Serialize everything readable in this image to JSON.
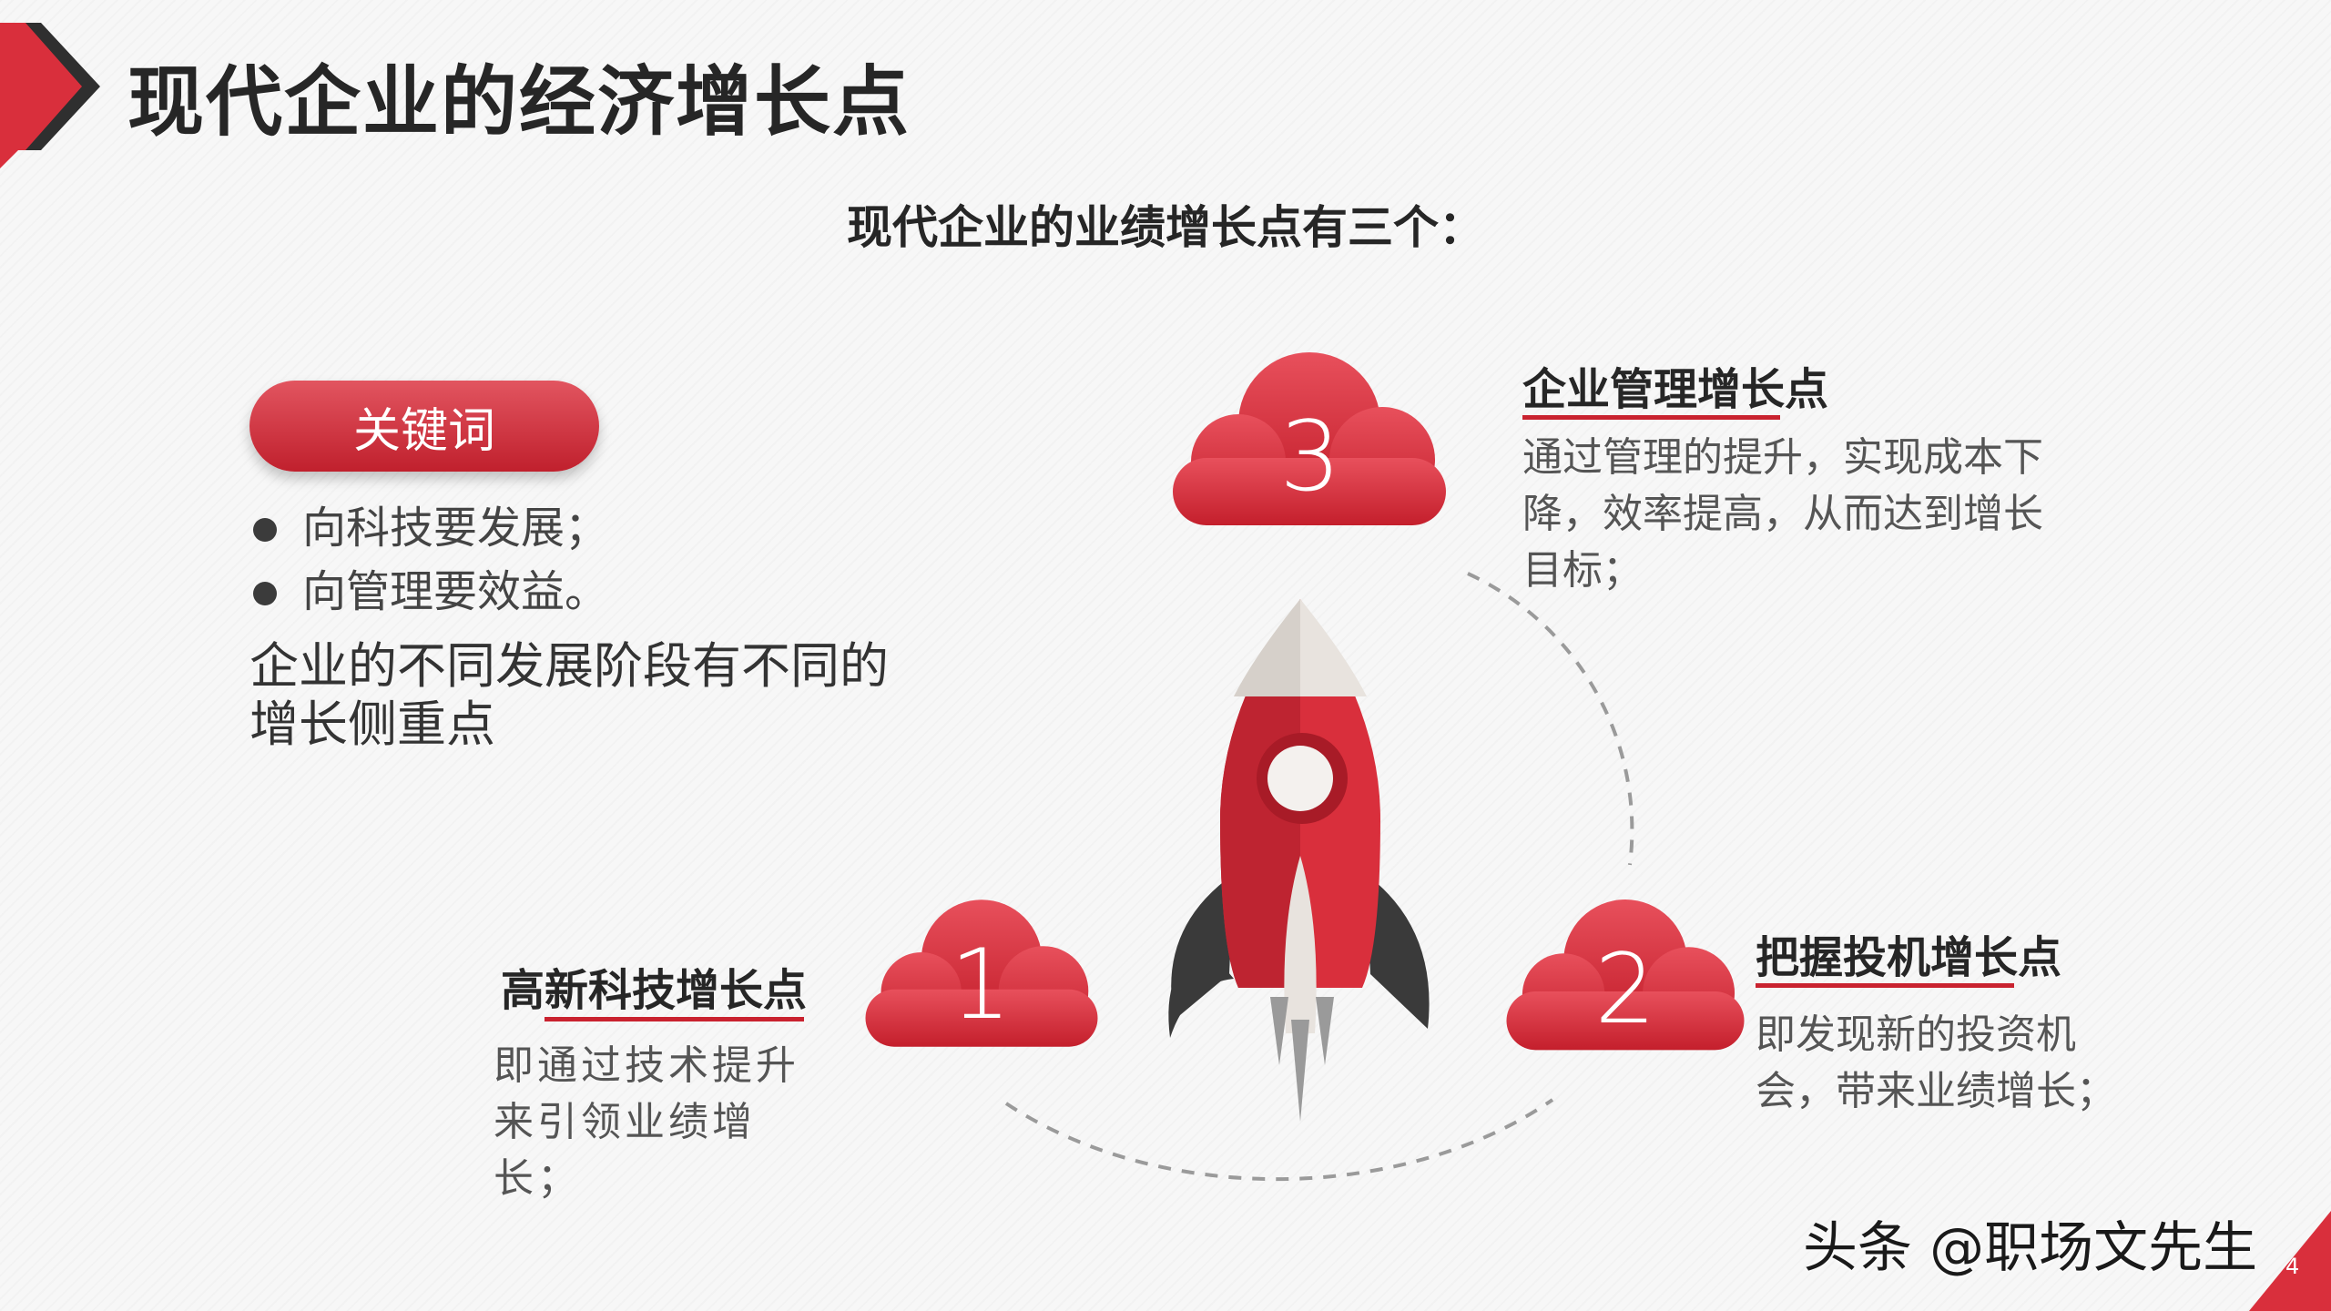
{
  "title": "现代企业的经济增长点",
  "subtitle": "现代企业的业绩增长点有三个：",
  "keyword_label": "关键词",
  "bullets": [
    "向科技要发展；",
    "向管理要效益。"
  ],
  "description": "企业的不同发展阶段有不同的增长侧重点",
  "growth_points": [
    {
      "number": "1",
      "title": "高新科技增长点",
      "desc": "即通过技术提升来引领业绩增长；"
    },
    {
      "number": "2",
      "title": "把握投机增长点",
      "desc": "即发现新的投资机会，带来业绩增长；"
    },
    {
      "number": "3",
      "title": "企业管理增长点",
      "desc": "通过管理的提升，实现成本下降，效率提高，从而达到增长目标；"
    }
  ],
  "watermark": "头条 @职场文先生",
  "page_number": "4",
  "colors": {
    "accent": "#d92f3c",
    "dark": "#3a3a3a",
    "light": "#e8e3de"
  }
}
